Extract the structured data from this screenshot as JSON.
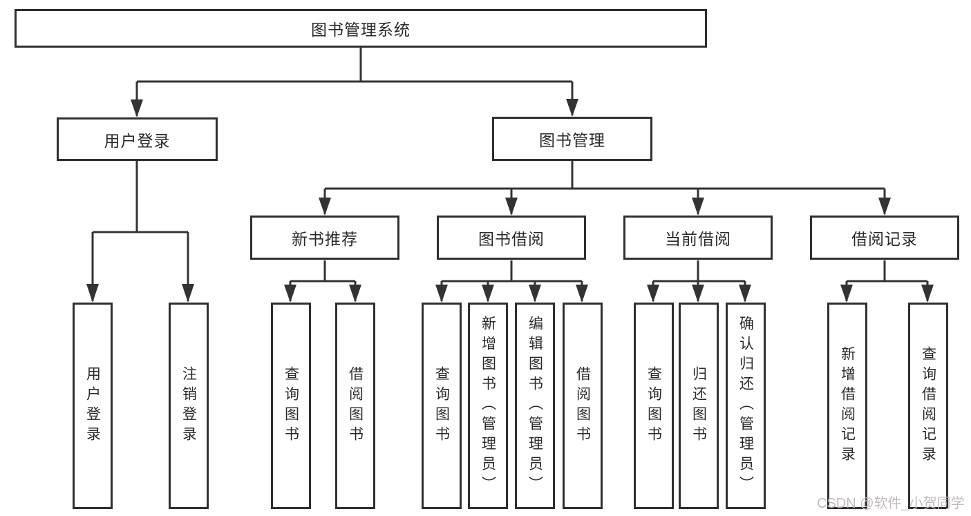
{
  "diagram": {
    "type": "tree-structure-diagram",
    "colors": {
      "background": "#ffffff",
      "line": "#333333",
      "box_border": "#2f2f2f",
      "text": "#2a2a2a",
      "watermark_text": "#c3bbbb"
    },
    "nodes": {
      "root": "图书管理系统",
      "user_login_branch": "用户登录",
      "book_mgmt_branch": "图书管理",
      "new_book_section": "新书推荐",
      "book_borrow_section": "图书借阅",
      "current_borrow_section": "当前借阅",
      "borrow_record_section": "借阅记录",
      "leaf_user_login": "用户登录",
      "leaf_logout": "注销登录",
      "leaf_query_book_1": "查询图书",
      "leaf_borrow_book_1": "借阅图书",
      "leaf_query_book_2": "查询图书",
      "leaf_add_book_admin": "新增图书（管理员）",
      "leaf_edit_book_admin": "编辑图书（管理员）",
      "leaf_borrow_book_2": "借阅图书",
      "leaf_query_book_3": "查询图书",
      "leaf_return_book": "归还图书",
      "leaf_confirm_return_admin": "确认归还（管理员）",
      "leaf_add_borrow_record": "新增借阅记录",
      "leaf_query_borrow_record": "查询借阅记录"
    },
    "watermark": "CSDN @软件_小贺同学"
  }
}
